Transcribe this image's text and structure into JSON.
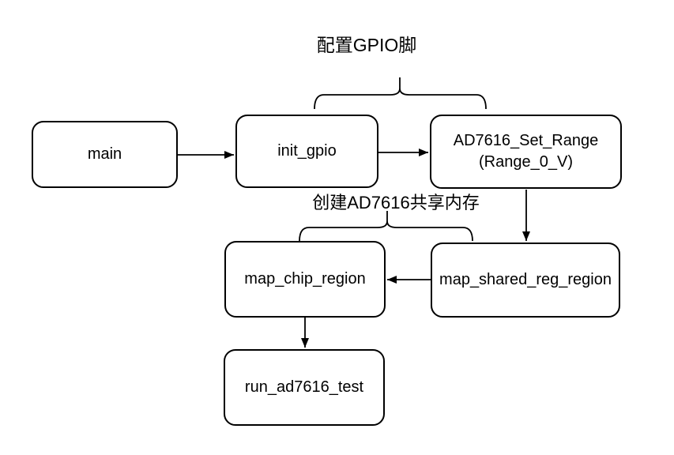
{
  "diagram": {
    "background": "#ffffff",
    "stroke_color": "#000000",
    "text_color": "#000000",
    "annotations": {
      "gpio_config": "配置GPIO脚",
      "shared_memory": "创建AD7616共享内存"
    },
    "nodes": {
      "main": {
        "label": "main"
      },
      "init_gpio": {
        "label": "init_gpio"
      },
      "set_range": {
        "line1": "AD7616_Set_Range",
        "line2": "(Range_0_V)"
      },
      "map_chip": {
        "label": "map_chip_region"
      },
      "map_shared": {
        "label": "map_shared_reg_region"
      },
      "run_test": {
        "label": "run_ad7616_test"
      }
    },
    "edges": [
      {
        "from": "main",
        "to": "init_gpio"
      },
      {
        "from": "init_gpio",
        "to": "AD7616_Set_Range"
      },
      {
        "from": "AD7616_Set_Range",
        "to": "map_shared_reg_region"
      },
      {
        "from": "map_shared_reg_region",
        "to": "map_chip_region"
      },
      {
        "from": "map_chip_region",
        "to": "run_ad7616_test"
      }
    ],
    "brace_groups": [
      {
        "label": "配置GPIO脚",
        "covers": [
          "init_gpio",
          "AD7616_Set_Range"
        ]
      },
      {
        "label": "创建AD7616共享内存",
        "covers": [
          "map_chip_region",
          "map_shared_reg_region"
        ]
      }
    ]
  }
}
